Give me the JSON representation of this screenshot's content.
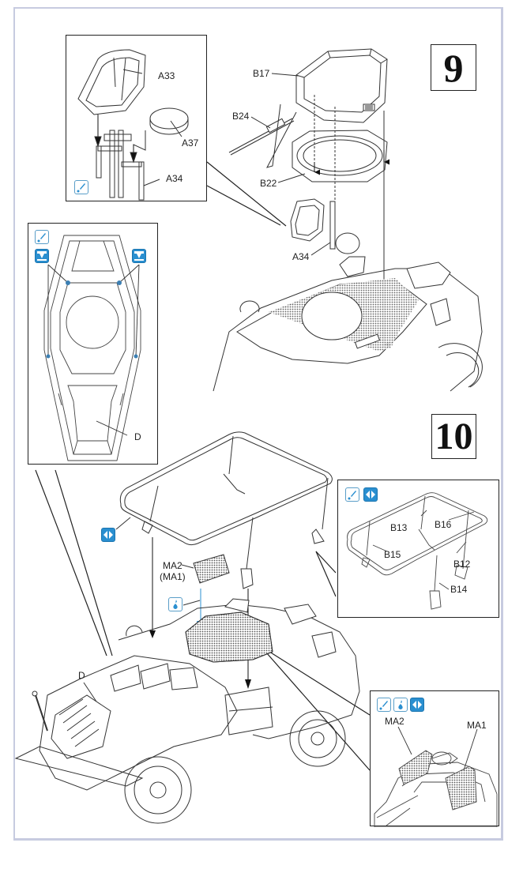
{
  "page": {
    "type": "model kit assembly instructions",
    "accent_color": "#2a8fd0",
    "frame_color": "#c7cbe0"
  },
  "steps": [
    {
      "number": "9",
      "insets": [
        {
          "name": "seat-assembly-inset",
          "icons": [
            "glue-icon"
          ],
          "part_labels": [
            "A33",
            "A37",
            "A34"
          ]
        },
        {
          "name": "hull-top-inset",
          "icons": [
            "glue-icon",
            "drill-hole-icon",
            "drill-hole-icon"
          ],
          "part_labels": [
            "D"
          ]
        }
      ],
      "main_labels": [
        "B17",
        "B24",
        "B22",
        "A34"
      ]
    },
    {
      "number": "10",
      "insets": [
        {
          "name": "frame-antenna-inset",
          "icons": [
            "glue-icon",
            "flip-both-sides-icon"
          ],
          "part_labels": [
            "B13",
            "B16",
            "B15",
            "B12",
            "B14"
          ]
        },
        {
          "name": "mesh-screens-inset",
          "icons": [
            "glue-icon",
            "cyanoacrylate-glue-icon",
            "flip-both-sides-icon"
          ],
          "part_labels": [
            "MA2",
            "MA1"
          ]
        }
      ],
      "main_labels": [
        "MA2",
        "(MA1)",
        "D"
      ],
      "main_icons": [
        "flip-both-sides-icon",
        "cyanoacrylate-glue-icon"
      ]
    }
  ],
  "labels": {
    "a33": "A33",
    "a37": "A37",
    "a34_inset": "A34",
    "b17": "B17",
    "b24": "B24",
    "b22": "B22",
    "a34_main": "A34",
    "d_inset": "D",
    "d_main": "D",
    "b13": "B13",
    "b16": "B16",
    "b15": "B15",
    "b12": "B12",
    "b14": "B14",
    "ma2_main": "MA2",
    "ma1_main": "(MA1)",
    "ma2_inset": "MA2",
    "ma1_inset": "MA1",
    "step9": "9",
    "step10": "10"
  }
}
